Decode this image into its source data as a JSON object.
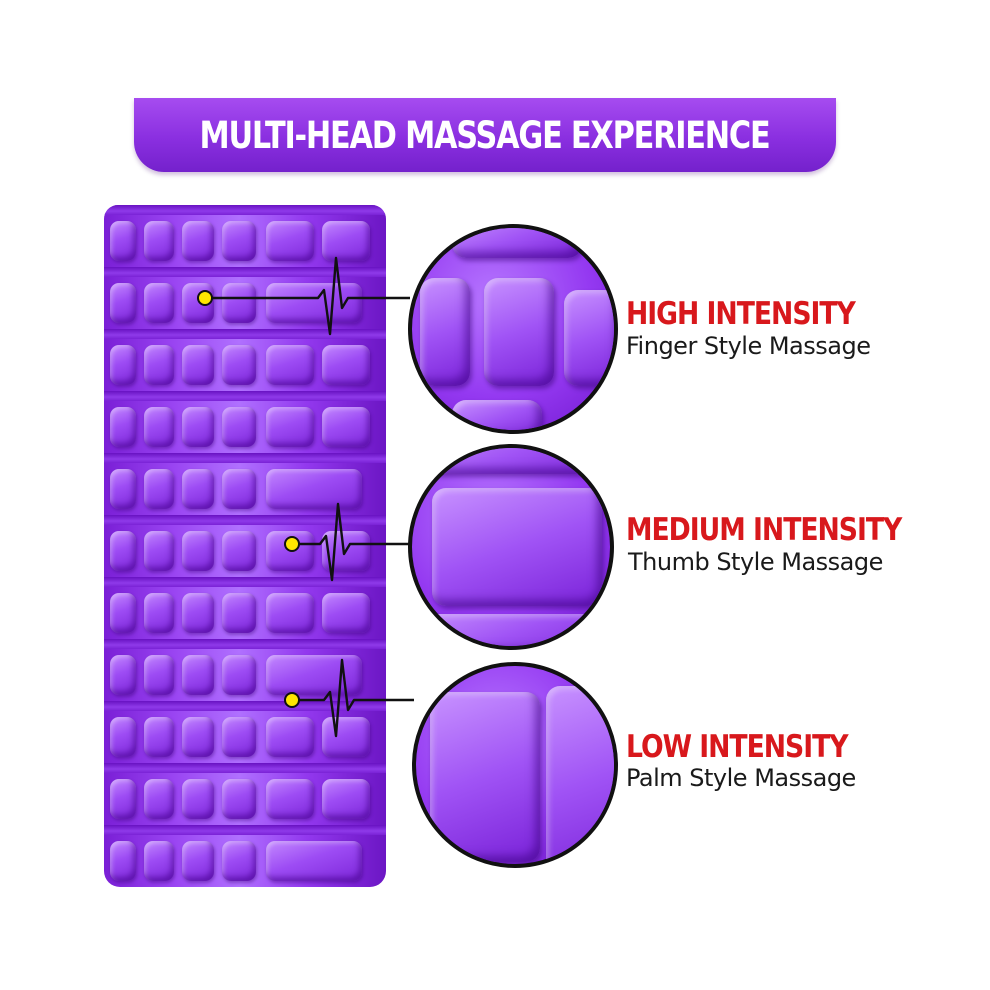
{
  "banner": {
    "title": "MULTI-HEAD MASSAGE EXPERIENCE"
  },
  "intensities": [
    {
      "title": "HIGH INTENSITY",
      "subtitle": "Finger Style Massage"
    },
    {
      "title": "MEDIUM INTENSITY",
      "subtitle": "Thumb Style Massage"
    },
    {
      "title": "LOW INTENSITY",
      "subtitle": "Palm Style Massage"
    }
  ],
  "colors": {
    "banner_purple": "#8a2fe0",
    "roller_purple": "#9a45f2",
    "title_red": "#d8181c",
    "marker_yellow": "#ffe600"
  }
}
